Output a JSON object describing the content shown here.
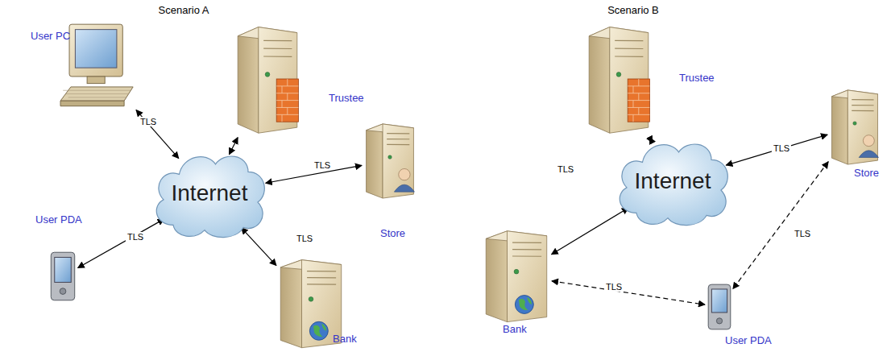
{
  "diagram": {
    "nodes": [
      {
        "text": [
          "User PC"
        ]
      },
      {
        "text": [
          "Trustee"
        ]
      },
      {
        "text": [
          "Internet"
        ]
      },
      {
        "text": [
          "Store"
        ]
      },
      {
        "text": [
          "User PDA"
        ]
      },
      {
        "text": [
          "Bank"
        ]
      },
      {
        "text": [
          "Trustee"
        ]
      },
      {
        "text": [
          "Internet"
        ]
      },
      {
        "text": [
          "Store"
        ]
      },
      {
        "text": [
          "Bank"
        ]
      },
      {
        "text": [
          "User PDA"
        ]
      }
    ],
    "edges": [
      {
        "from": 0,
        "to": 2,
        "label": "TLS",
        "arrow": "both"
      },
      {
        "from": 1,
        "to": 2,
        "arrow": "both"
      },
      {
        "from": 3,
        "to": 2,
        "label": "TLS",
        "arrow": "both"
      },
      {
        "from": 4,
        "to": 2,
        "label": "TLS",
        "arrow": "both"
      },
      {
        "from": 5,
        "to": 2,
        "label": "TLS",
        "arrow": "both"
      },
      {
        "from": 6,
        "to": 7,
        "arrow": "both"
      },
      {
        "from": 8,
        "to": 7,
        "label": "TLS",
        "arrow": "both"
      },
      {
        "from": 9,
        "to": 7,
        "label": "TLS",
        "arrow": "both"
      },
      {
        "from": 9,
        "to": 10,
        "label": "TLS",
        "arrow": "both"
      },
      {
        "from": 8,
        "to": 10,
        "label": "TLS",
        "arrow": "both"
      }
    ],
    "labels": [
      "Scenario A",
      "Scenario B"
    ]
  }
}
